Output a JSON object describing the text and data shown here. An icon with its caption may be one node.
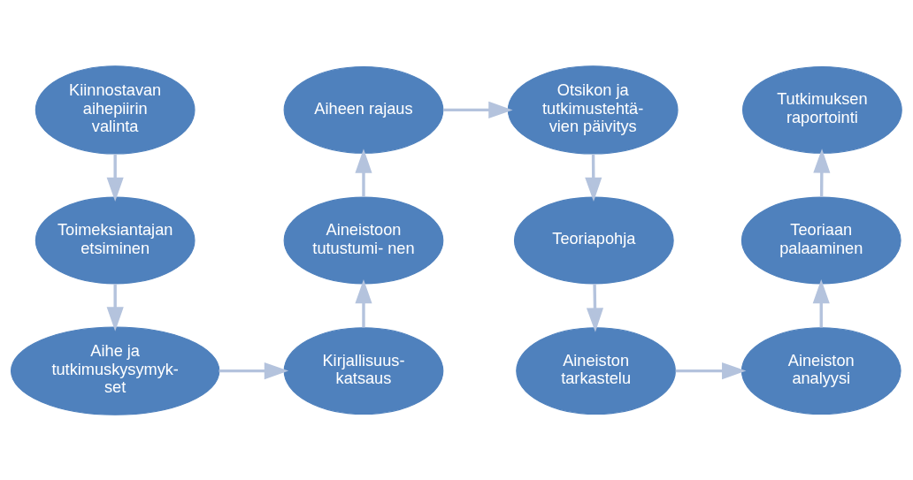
{
  "diagram": {
    "nodes": [
      {
        "text": [
          "Kiinnostavan aihepiirin valinta"
        ]
      },
      {
        "text": [
          "Toimeksiantajan etsiminen"
        ]
      },
      {
        "text": [
          "Aihe ja tutkimuskysymyk- set"
        ]
      },
      {
        "text": [
          "Kirjallisuus- katsaus"
        ]
      },
      {
        "text": [
          "Aineistoon tutustumi- nen"
        ]
      },
      {
        "text": [
          "Aiheen rajaus"
        ]
      },
      {
        "text": [
          "Otsikon ja tutkimustehtä- vien päivitys"
        ]
      },
      {
        "text": [
          "Teoriapohja"
        ]
      },
      {
        "text": [
          "Aineiston tarkastelu"
        ]
      },
      {
        "text": [
          "Aineiston analyysi"
        ]
      },
      {
        "text": [
          "Teoriaan palaaminen"
        ]
      },
      {
        "text": [
          "Tutkimuksen raportointi"
        ]
      }
    ],
    "edges": [
      {
        "from": 0,
        "to": 1,
        "arrow": "to"
      },
      {
        "from": 1,
        "to": 2,
        "arrow": "to"
      },
      {
        "from": 2,
        "to": 3,
        "arrow": "to"
      },
      {
        "from": 3,
        "to": 4,
        "arrow": "to"
      },
      {
        "from": 4,
        "to": 5,
        "arrow": "to"
      },
      {
        "from": 5,
        "to": 6,
        "arrow": "to"
      },
      {
        "from": 6,
        "to": 7,
        "arrow": "to"
      },
      {
        "from": 7,
        "to": 8,
        "arrow": "to"
      },
      {
        "from": 8,
        "to": 9,
        "arrow": "to"
      },
      {
        "from": 9,
        "to": 10,
        "arrow": "to"
      },
      {
        "from": 10,
        "to": 11,
        "arrow": "to"
      }
    ]
  }
}
